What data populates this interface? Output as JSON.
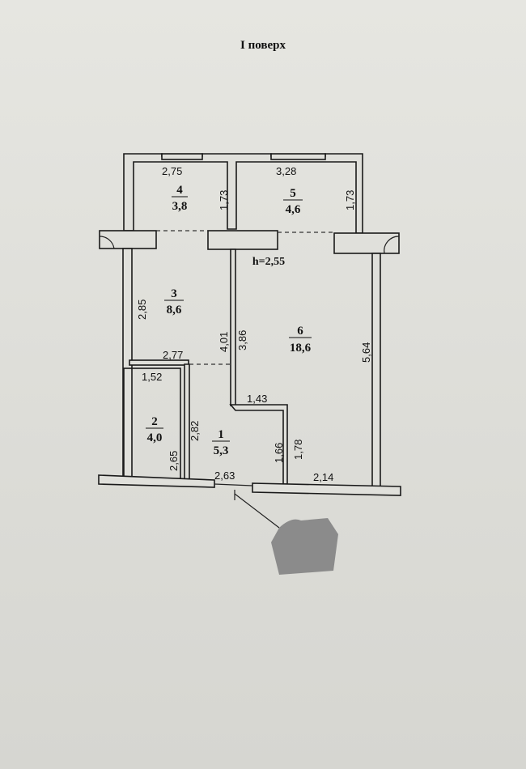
{
  "title": "І поверх",
  "height_label": "h=2,55",
  "rooms": [
    {
      "number": "1",
      "area": "5,3"
    },
    {
      "number": "2",
      "area": "4,0"
    },
    {
      "number": "3",
      "area": "8,6"
    },
    {
      "number": "4",
      "area": "3,8"
    },
    {
      "number": "5",
      "area": "4,6"
    },
    {
      "number": "6",
      "area": "18,6"
    }
  ],
  "dimensions": {
    "r4_width": "2,75",
    "r4_depth": "1,73",
    "r5_width": "3,28",
    "r5_depth": "1,73",
    "r3_height": "2,85",
    "r3_width": "2,77",
    "partition_401": "4,01",
    "partition_386": "3,86",
    "r6_height": "5,64",
    "r6_step": "1,43",
    "r6_lower": "1,78",
    "r6_bottom": "2,14",
    "r2_width": "1,52",
    "r2_height": "2,65",
    "r1_left": "2,82",
    "r1_right": "1,66",
    "r1_bottom": "2,63"
  }
}
